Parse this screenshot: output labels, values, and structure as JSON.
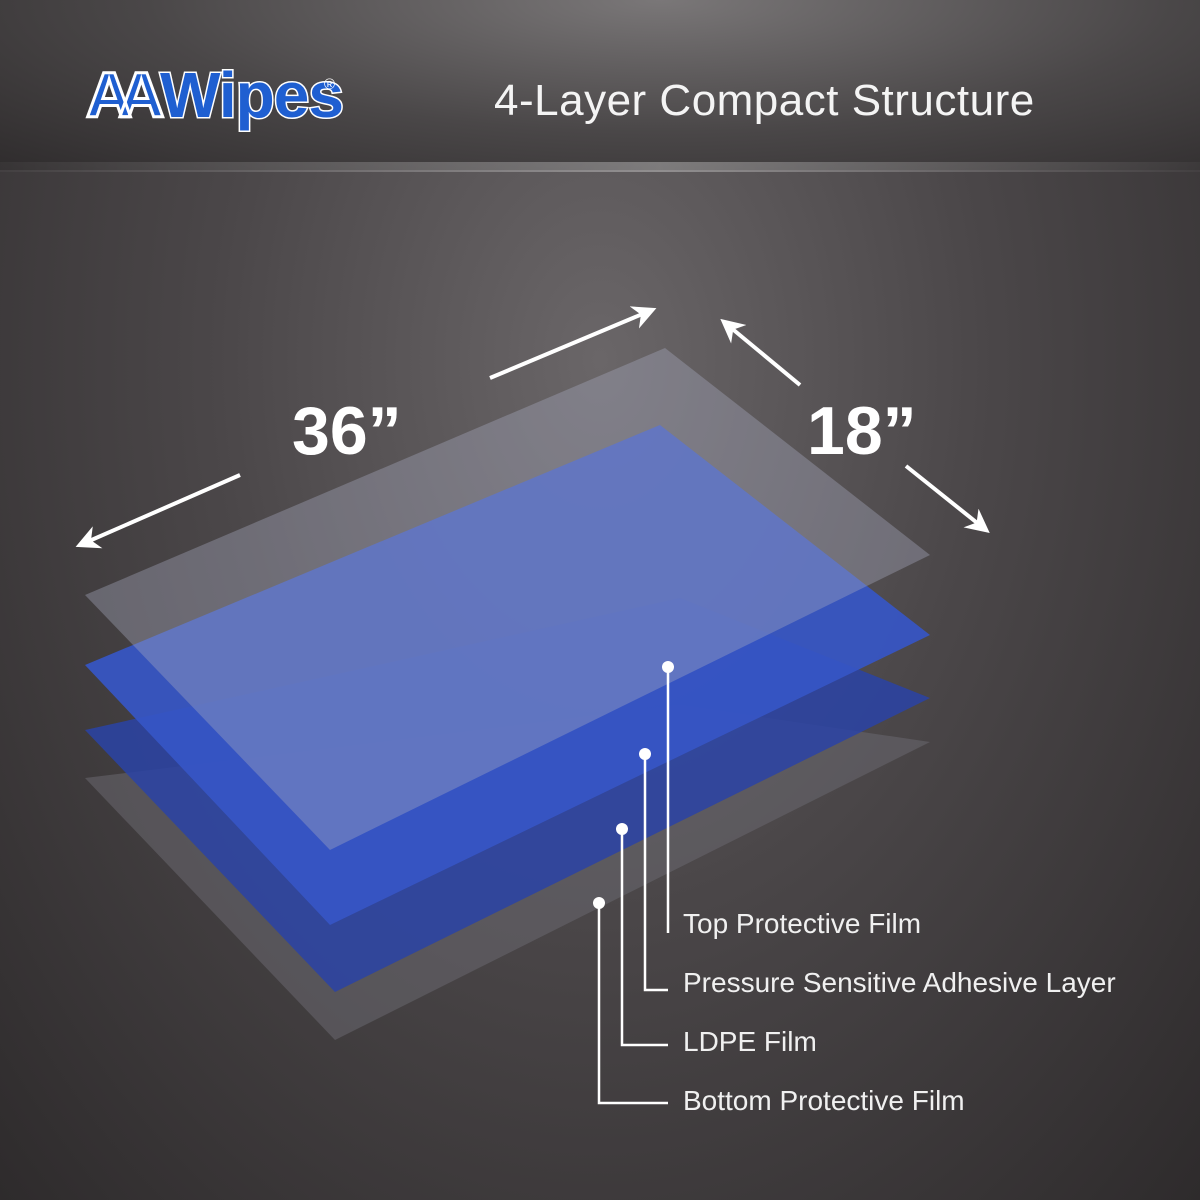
{
  "brand": {
    "logo_text": "AAWipes",
    "logo_prefix": "AA",
    "logo_word": "Wipes",
    "registered_mark": "®"
  },
  "header": {
    "title": "4-Layer Compact Structure"
  },
  "dimensions": {
    "length_label": "36”",
    "width_label": "18”"
  },
  "layers": [
    {
      "label": "Top Protective Film",
      "color": "#8a8ea0"
    },
    {
      "label": "Pressure Sensitive Adhesive Layer",
      "color": "#3a5fd0"
    },
    {
      "label": "LDPE Film",
      "color": "#2d4bb0"
    },
    {
      "label": "Bottom Protective Film",
      "color": "#5a5a62"
    }
  ],
  "colors": {
    "brand_blue": "#1f5fd1",
    "text": "#ffffff"
  },
  "icons": [
    "arrow-icon",
    "callout-dot-icon"
  ]
}
